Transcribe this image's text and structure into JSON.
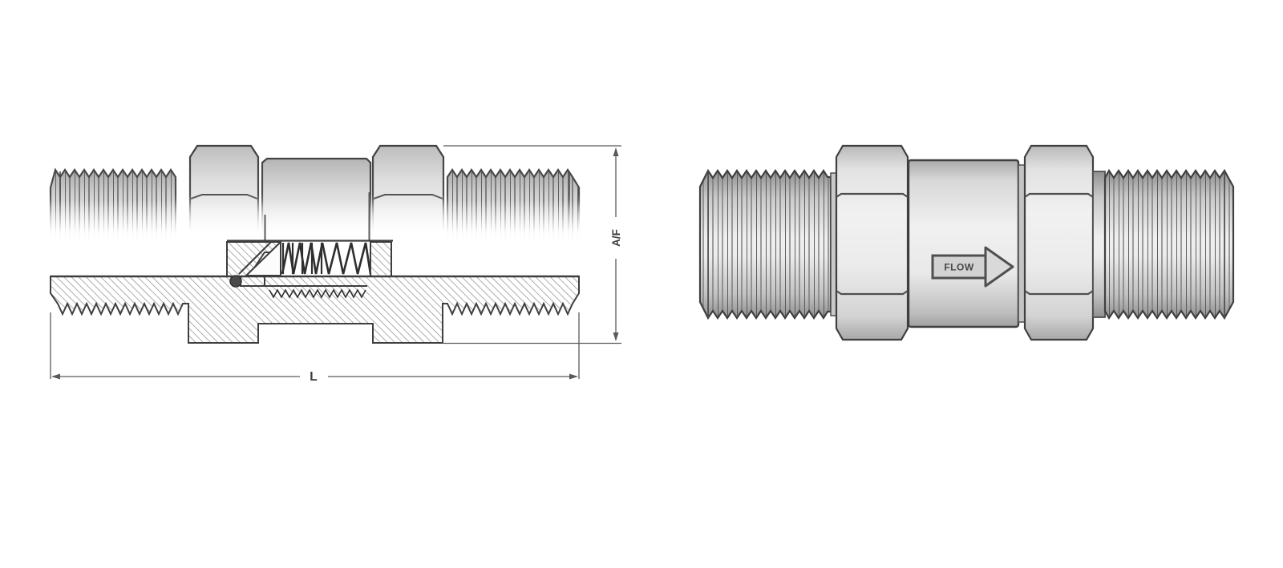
{
  "diagram": {
    "labels": {
      "across_flats": "A/F",
      "overall_length": "L",
      "flow_direction": "FLOW"
    },
    "colors": {
      "background": "#ffffff",
      "outline": "#3f3f3f",
      "metal_light": "#efefef",
      "metal_mid": "#cfcfcf",
      "metal_dark": "#8f8f8f",
      "hatch_line": "#8a8a8a",
      "dimension_line": "#5a5a5a",
      "label_text": "#3a3a3a"
    }
  }
}
